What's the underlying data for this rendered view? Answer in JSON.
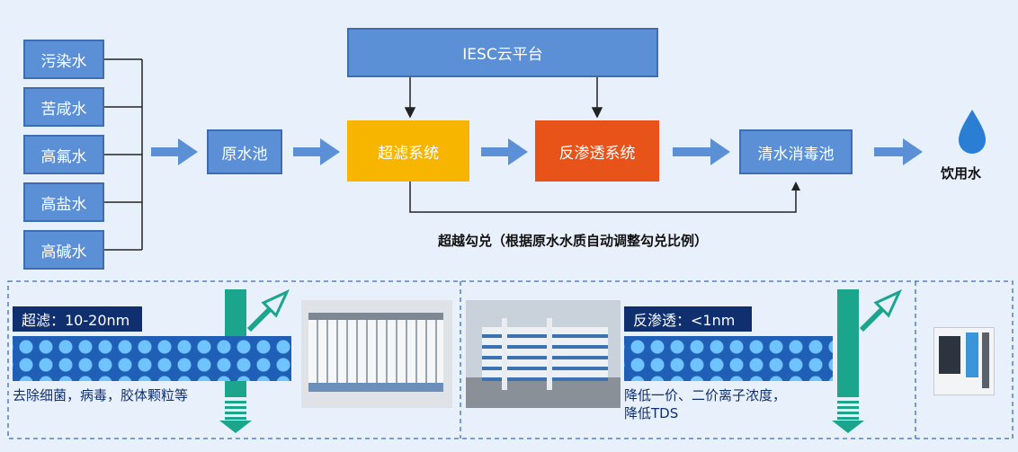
{
  "sources": [
    "污染水",
    "苦咸水",
    "高氟水",
    "高盐水",
    "高碱水"
  ],
  "raw_pool": "原水池",
  "ultrafiltration": "超滤系统",
  "reverse_osmosis": "反渗透系统",
  "clean_pool": "清水消毒池",
  "platform": "IESC云平台",
  "drinking_water": "饮用水",
  "blend_label": "超越勾兑（根据原水水质自动调整勾兑比例）",
  "uf_panel": {
    "label": "超滤：10-20nm",
    "desc": "去除细菌，病毒，胶体颗粒等"
  },
  "ro_panel": {
    "label": "反渗透：<1nm",
    "desc_line1": "降低一价、二价离子浓度，",
    "desc_line2": "降低TDS"
  },
  "colors": {
    "background": "#e8f0fb",
    "box_blue": "#5b8fd6",
    "uf_yellow": "#f7b500",
    "ro_orange": "#e8531a",
    "arrow_blue": "#5b8fd6",
    "panel_navy": "#0f2f6f",
    "teal_arrow": "#1aa58c",
    "water_drop": "#2a7fd4"
  }
}
